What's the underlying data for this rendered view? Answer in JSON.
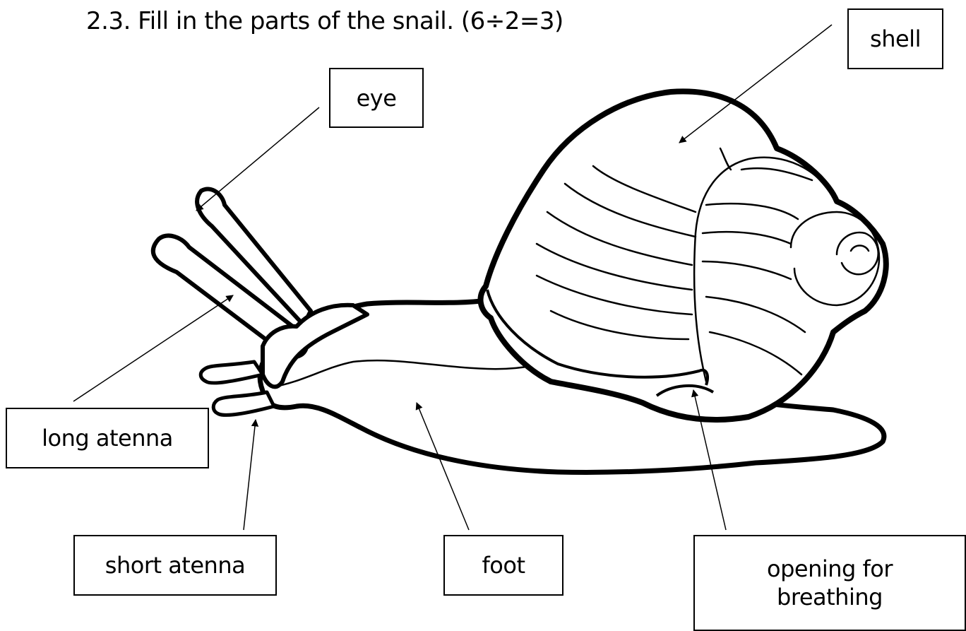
{
  "title": "2.3. Fill in the parts of the snail. (6÷2=3)",
  "labels": {
    "shell": "shell",
    "eye": "eye",
    "long_atenna": "long atenna",
    "short_atenna": "short atenna",
    "foot": "foot",
    "opening_line1": "opening for",
    "opening_line2": "breathing"
  },
  "colors": {
    "ink": "#000000",
    "paper": "#ffffff"
  }
}
